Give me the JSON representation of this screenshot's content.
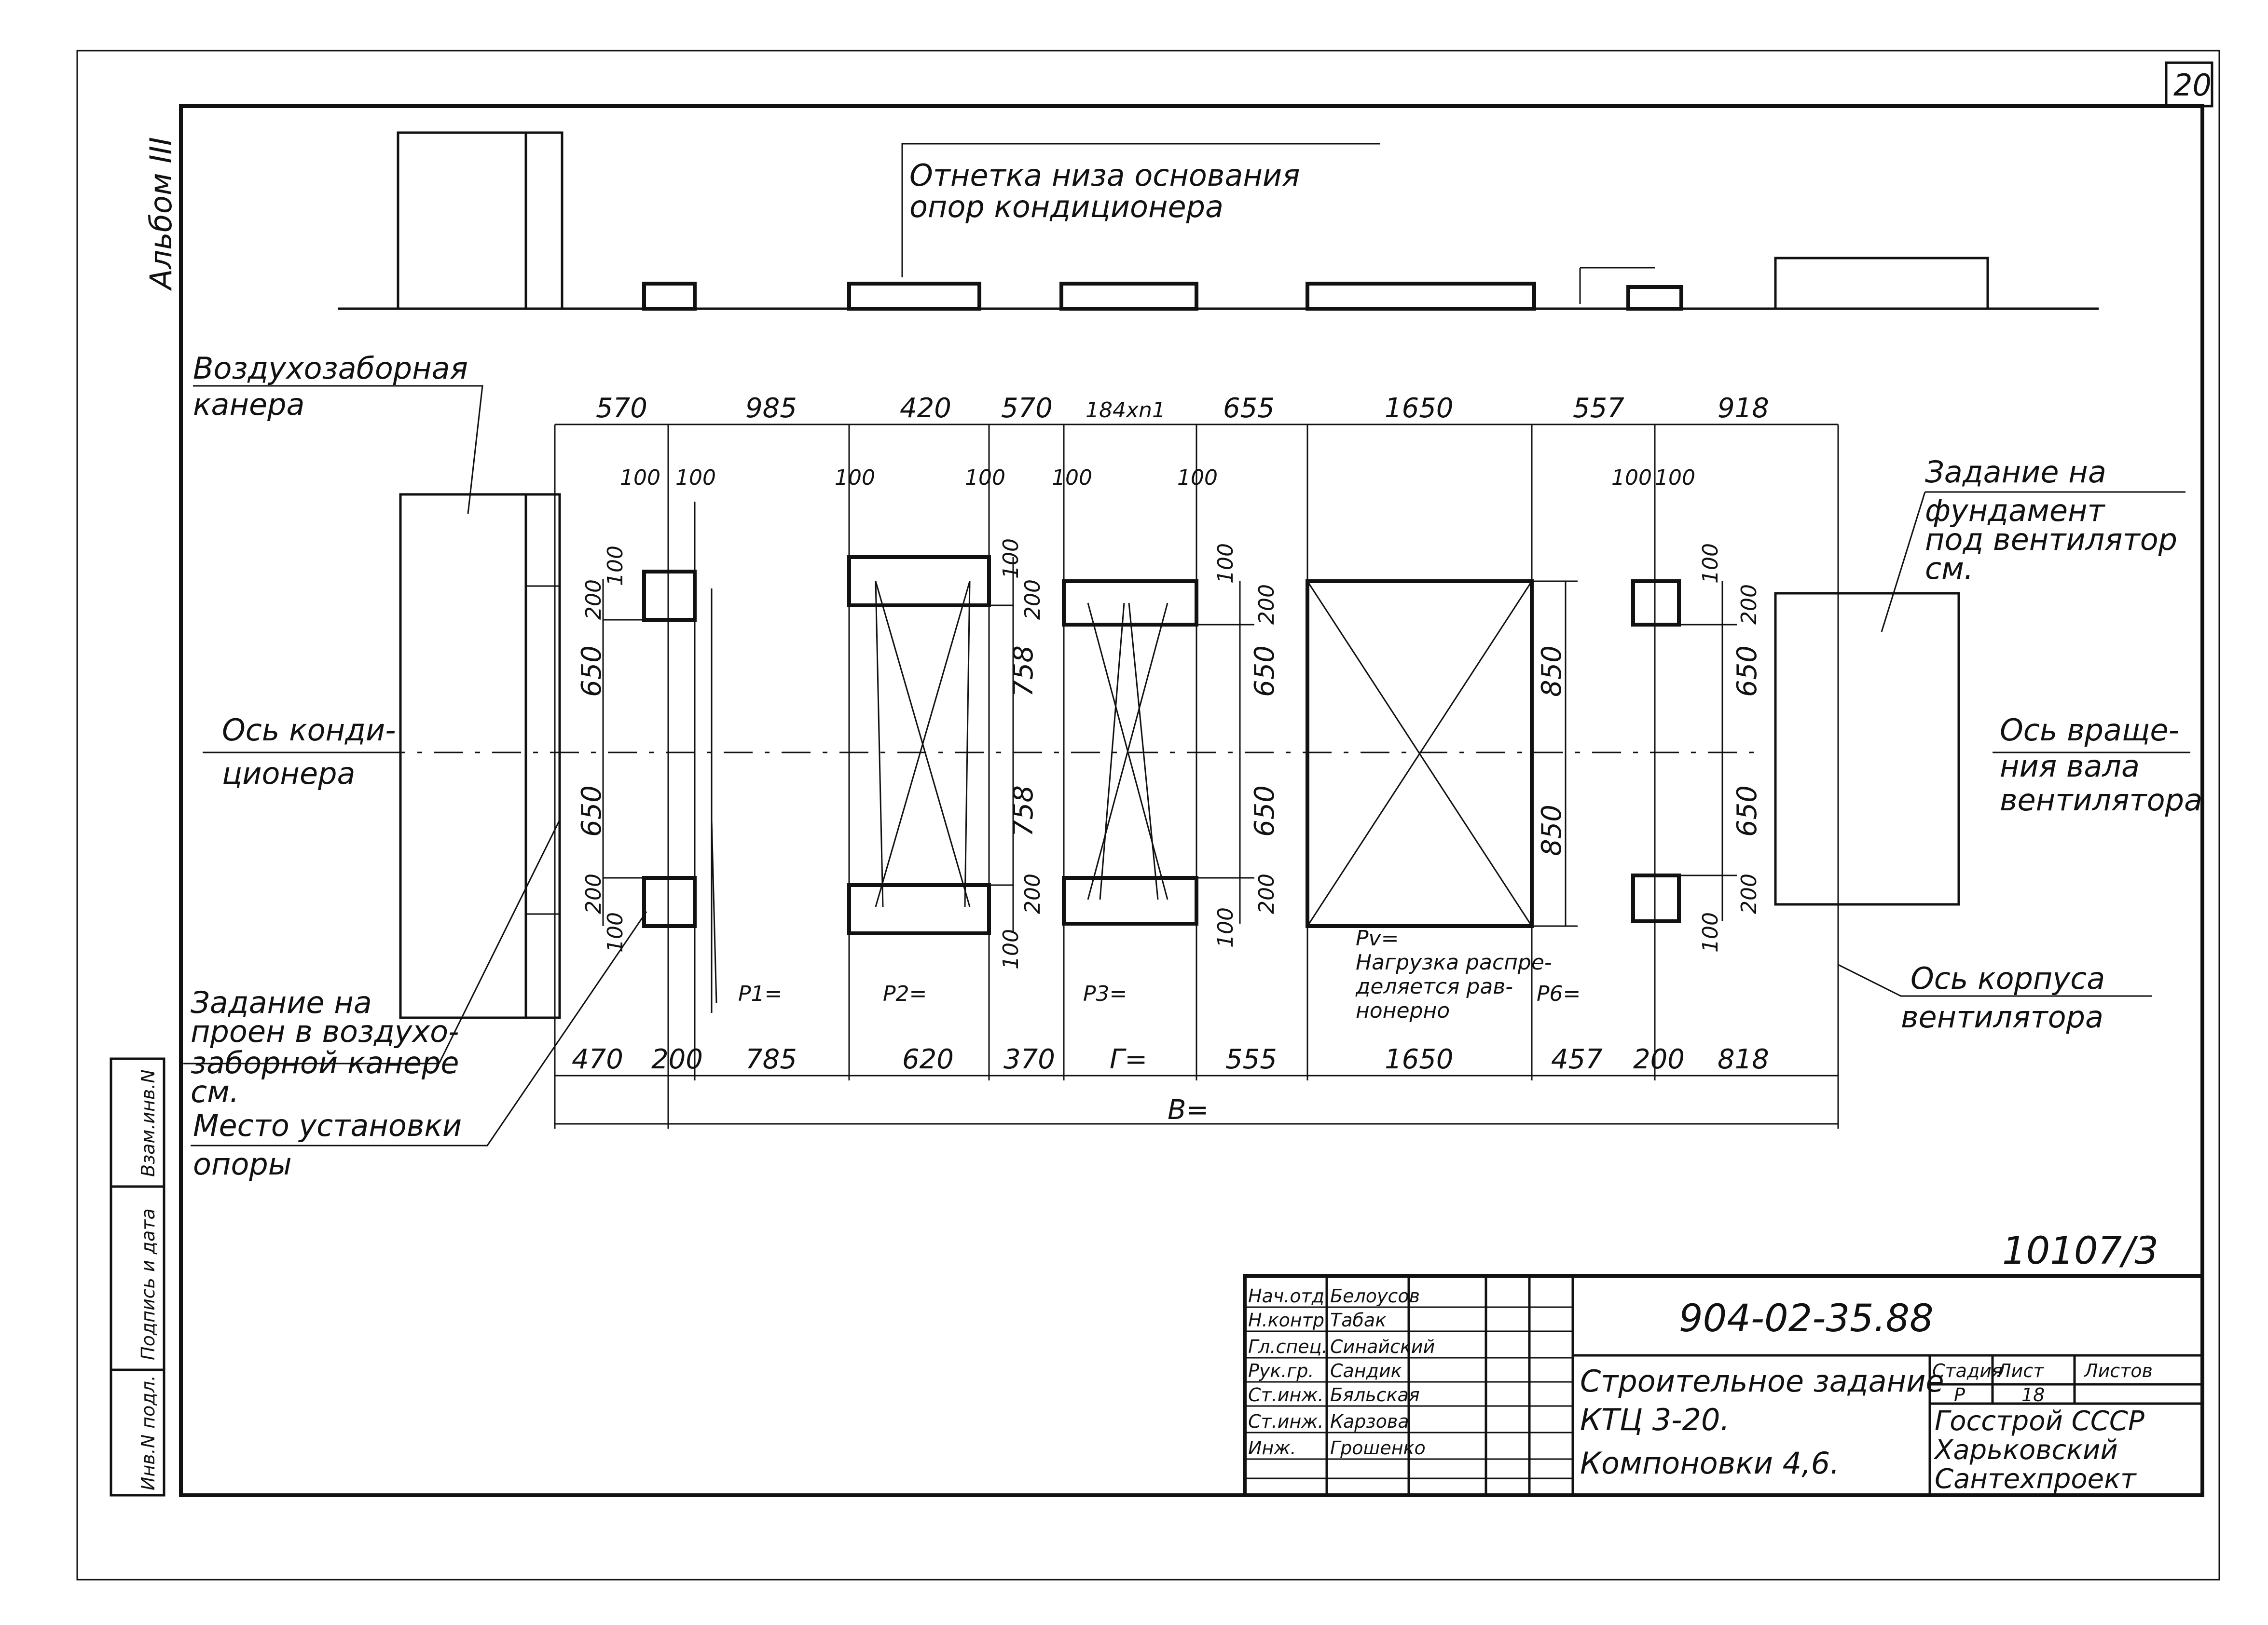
{
  "page": {
    "sheet_number": "20",
    "album": "Альбом III",
    "stamp_number": "10107/3"
  },
  "top_view": {
    "note_line1": "Отнетка низа основания",
    "note_line2": "опор кондиционера"
  },
  "labels": {
    "intake_line1": "Воздухозаборная",
    "intake_line2": "канера",
    "axis_cond_line1": "Ось конди-",
    "axis_cond_line2": "ционера",
    "opening_line1": "Задание на",
    "opening_line2": "проен в воздухо-",
    "opening_line3": "заборной канере",
    "opening_line4": "см.",
    "support_line1": "Место установки",
    "support_line2": "опоры",
    "fan_found_line1": "Задание на",
    "fan_found_line2": "фундамент",
    "fan_found_line3": "под вентилятор",
    "fan_found_line4": "см.",
    "fan_axis_line1": "Ось враще-",
    "fan_axis_line2": "ния вала",
    "fan_axis_line3": "вентилятора",
    "fan_body_line1": "Ось корпуса",
    "fan_body_line2": "вентилятора",
    "p1": "P1=",
    "p2": "P2=",
    "p3": "P3=",
    "p6": "P6=",
    "pv": "Pv=",
    "pv_note_line1": "Нагрузка распре-",
    "pv_note_line2": "деляется рав-",
    "pv_note_line3": "нонерно"
  },
  "dims": {
    "top_row": [
      "570",
      "985",
      "420",
      "570",
      "184xn1",
      "655",
      "1650",
      "557",
      "918"
    ],
    "bottom_row": [
      "470",
      "200",
      "785",
      "620",
      "370",
      "Г=",
      "555",
      "1650",
      "457",
      "200",
      "818"
    ],
    "total": "B=",
    "sub_100": "100",
    "v_650": "650",
    "v_758": "758",
    "v_850": "850",
    "v_200": "200",
    "v_100": "100"
  },
  "side_stamp": {
    "inv_orig": "Инв.N подл.",
    "sign_date": "Подпись и дата",
    "inv_repl": "Взам.инв.N"
  },
  "title_block": {
    "doc_code": "904-02-35.88",
    "title_line1": "Строительное задание",
    "title_line2": "КТЦ 3-20.",
    "title_line3": "Компоновки 4,6.",
    "stage_header": "Стадия",
    "sheet_header": "Лист",
    "sheets_header": "Листов",
    "stage": "Р",
    "sheet": "18",
    "org_line1": "Госстрой СССР",
    "org_line2": "Харьковский",
    "org_line3": "Сантехпроект",
    "signers": [
      {
        "role": "Нач.отд.",
        "name": "Белоусов"
      },
      {
        "role": "Н.контр.",
        "name": "Табак"
      },
      {
        "role": "Гл.спец.",
        "name": "Синайский"
      },
      {
        "role": "Рук.гр.",
        "name": "Сандик"
      },
      {
        "role": "Ст.инж.",
        "name": "Бяльская"
      },
      {
        "role": "Ст.инж.",
        "name": "Карзова"
      },
      {
        "role": "Инж.",
        "name": "Грошенко"
      }
    ]
  }
}
